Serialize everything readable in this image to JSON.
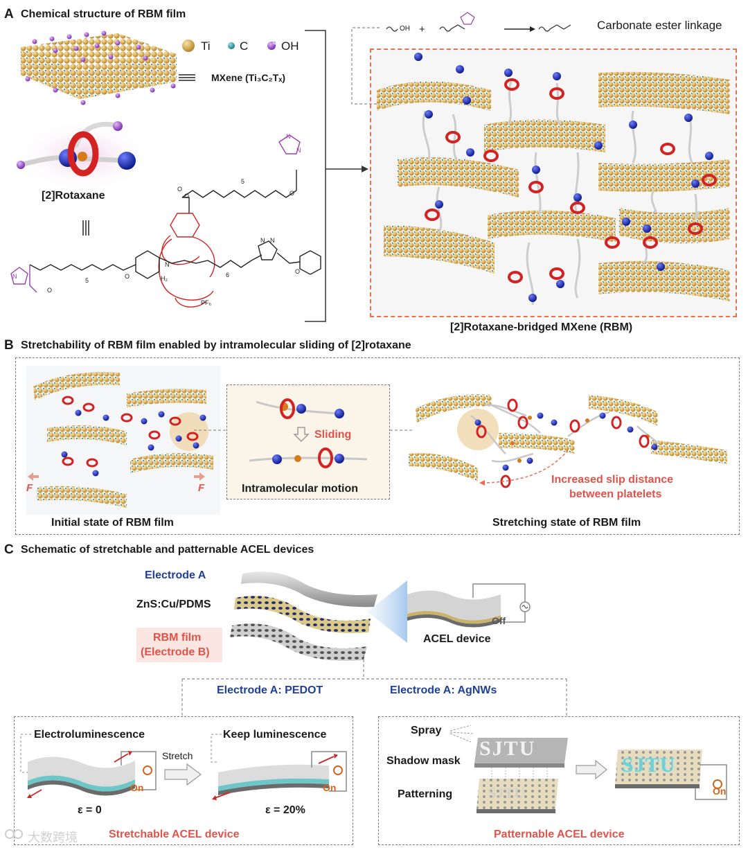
{
  "panel_a": {
    "letter": "A",
    "title": "Chemical structure of RBM film",
    "legend": [
      {
        "label": "Ti",
        "color": "#d9a63c"
      },
      {
        "label": "C",
        "color": "#2c8f9c"
      },
      {
        "label": "OH",
        "color": "#9b5dc9"
      }
    ],
    "mxene_label": "MXene (Ti₃C₂Tₓ)",
    "rotaxane_label": "[2]Rotaxane",
    "reaction_label": "Carbonate ester linkage",
    "reaction_oh": "OH",
    "chem_sub_5a": "5",
    "chem_sub_5b": "5",
    "chem_sub_6": "6",
    "chem_h2": "H₂",
    "chem_pf6": "PF₆",
    "rbm_label": "[2]Rotaxane-bridged MXene (RBM)"
  },
  "panel_b": {
    "letter": "B",
    "title": "Stretchability of RBM film enabled by intramolecular sliding of [2]rotaxane",
    "force_label_left": "F",
    "force_label_right": "F",
    "sliding_label": "Sliding",
    "motion_label": "Intramolecular motion",
    "initial_label": "Initial state of RBM film",
    "slip_label_1": "Increased slip distance",
    "slip_label_2": "between platelets",
    "stretch_label": "Stretching state of RBM film"
  },
  "panel_c": {
    "letter": "C",
    "title": "Schematic of stretchable and patternable ACEL devices",
    "electrode_a": "Electrode A",
    "zns_label": "ZnS:Cu/PDMS",
    "rbm_film_1": "RBM film",
    "rbm_film_2": "(Electrode B)",
    "off_label": "Off",
    "acel_label": "ACEL device",
    "pedot_label": "Electrode A: PEDOT",
    "agnws_label": "Electrode A: AgNWs",
    "electro_label": "Electroluminescence",
    "stretch_arrow": "Stretch",
    "keep_label": "Keep luminescence",
    "on_label_1": "On",
    "on_label_2": "On",
    "on_label_3": "On",
    "eps0": "ε = 0",
    "eps20": "ε = 20%",
    "stretchable_title": "Stretchable ACEL device",
    "spray_label": "Spray",
    "mask_label": "Shadow mask",
    "mask_text": "SJTU",
    "patterning_label": "Patterning",
    "pattern_text": "SJTU",
    "patternable_title": "Patternable ACEL device"
  },
  "watermark": "大数跨境"
}
